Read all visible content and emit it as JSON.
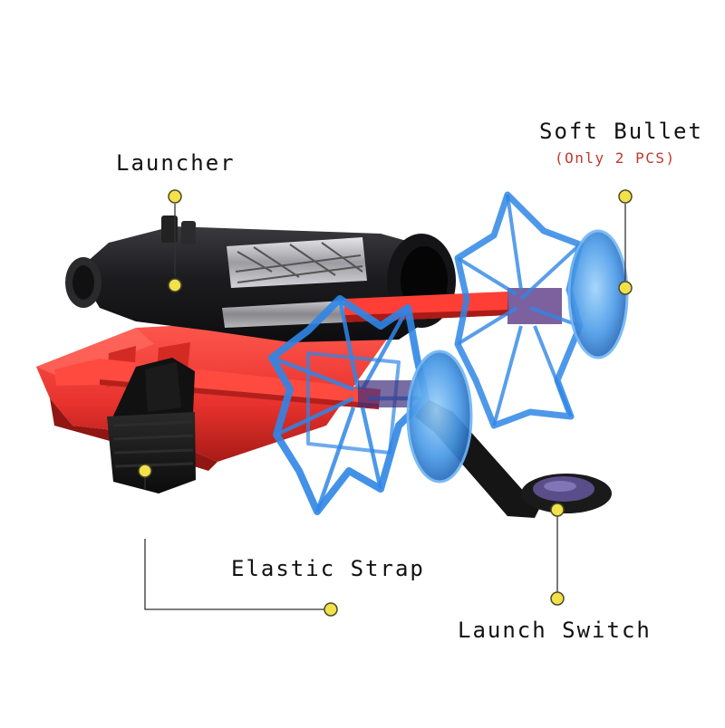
{
  "image": {
    "description_free": true,
    "colors": {
      "background": "#ffffff",
      "callout_dot": "#f2e14a",
      "callout_dot_outline": "#4a4a2a",
      "leader_line": "#333333",
      "sublabel": "#c0392b",
      "launcher_body": "#1c1c1f",
      "launcher_panel": "#bfbfc4",
      "base_red": "#e8322d",
      "base_red_dark": "#b3201c",
      "web_blue": "#2f86e6",
      "web_blue_light": "#6fb6f5",
      "strap_black": "#141414",
      "switch_black": "#1a1a1a"
    }
  },
  "callouts": {
    "launcher": {
      "label": "Launcher"
    },
    "soft_bullet": {
      "label": "Soft Bullet",
      "note": "(Only 2 PCS)"
    },
    "elastic_strap": {
      "label": "Elastic Strap"
    },
    "launch_switch": {
      "label": "Launch Switch"
    }
  }
}
